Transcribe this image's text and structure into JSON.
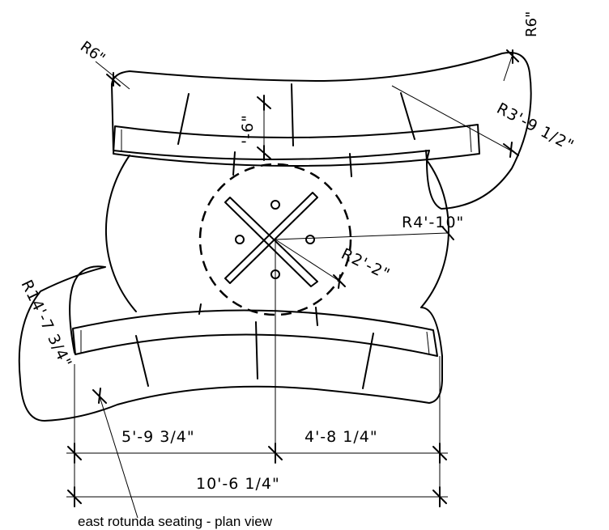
{
  "drawing": {
    "caption": "east rotunda seating - plan view",
    "dimensions": {
      "left_span": "5'-9 3/4\"",
      "right_span": "4'-8 1/4\"",
      "overall_span": "10'-6 1/4\"",
      "bench_gap": "'-6\""
    },
    "radii": {
      "corner_top_left": "R6\"",
      "corner_top_right": "R6\"",
      "top_bench": "R3'-9 1/2\"",
      "center_hole": "R2'-2\"",
      "rotunda": "R4'-10\"",
      "bottom_bench": "R14'-7 3/4\""
    }
  }
}
